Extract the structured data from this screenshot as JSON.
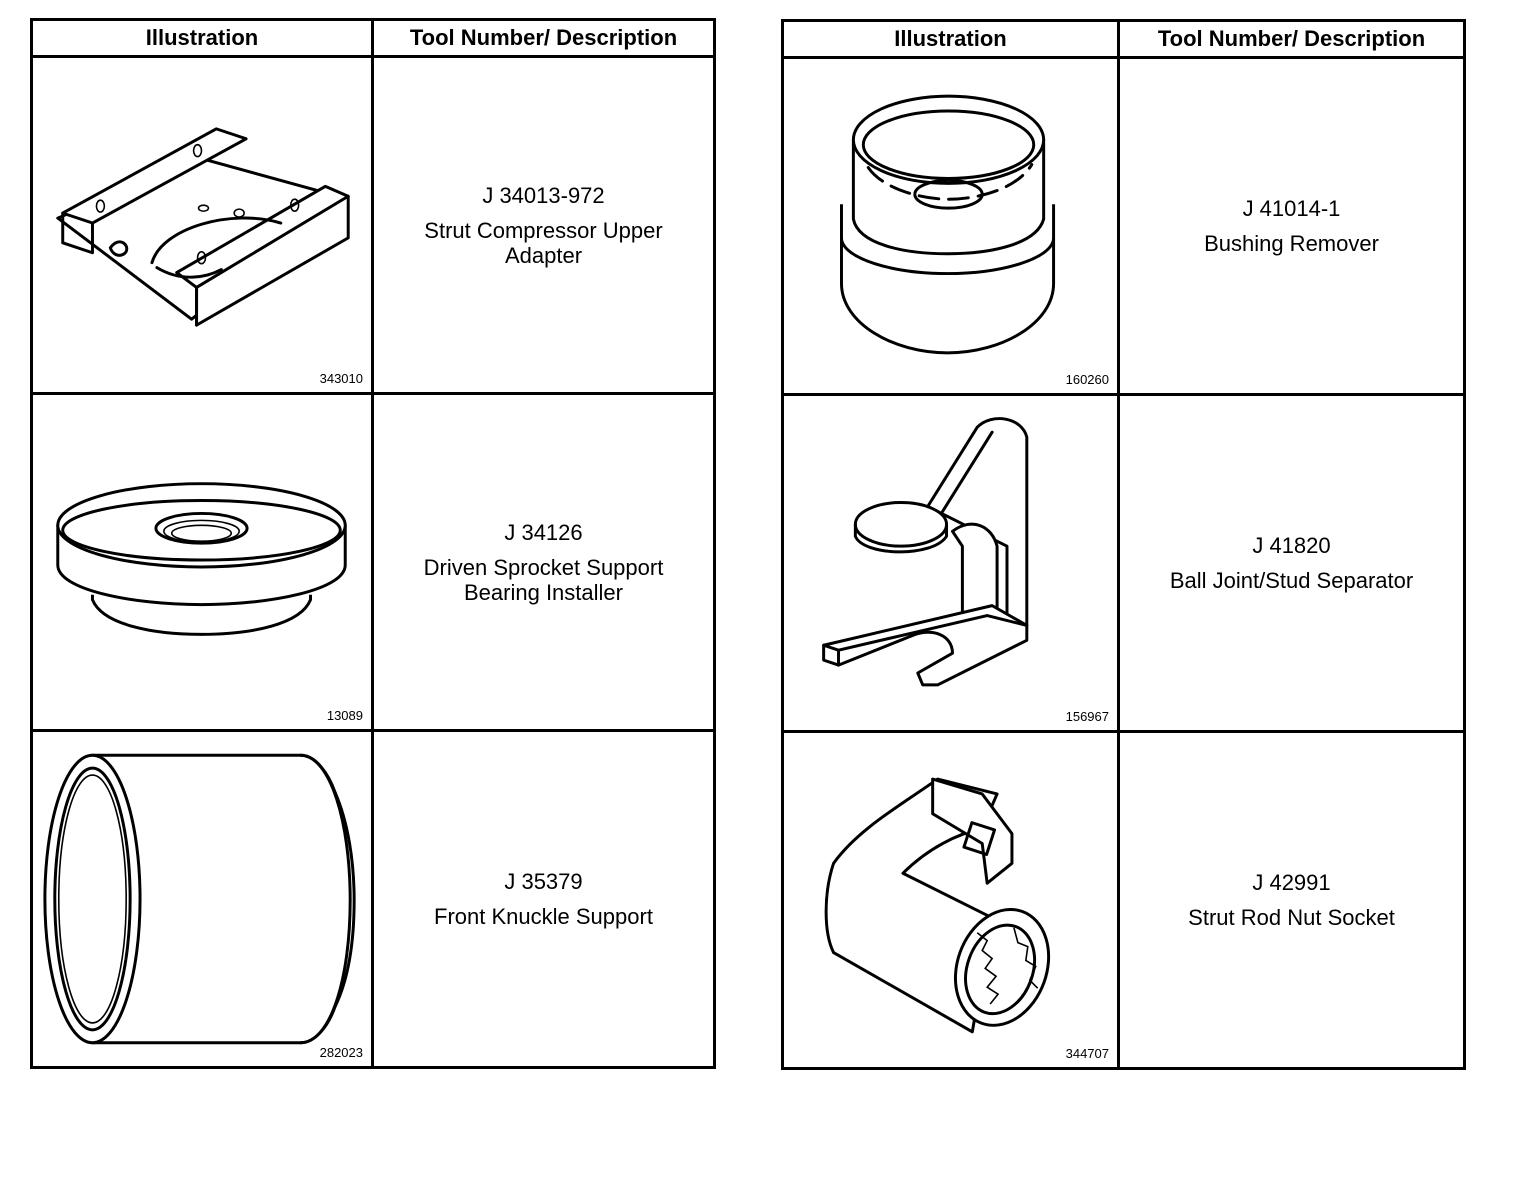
{
  "header": {
    "col1": "Illustration",
    "col2": "Tool Number/ Description"
  },
  "left": [
    {
      "figure": "343010",
      "number": "J 34013-972",
      "name": "Strut Compressor Upper Adapter",
      "icon": "upper-adapter-icon"
    },
    {
      "figure": "13089",
      "number": "J 34126",
      "name": "Driven Sprocket Support Bearing Installer",
      "icon": "bearing-installer-icon"
    },
    {
      "figure": "282023",
      "number": "J 35379",
      "name": "Front Knuckle Support",
      "icon": "knuckle-support-icon"
    }
  ],
  "right": [
    {
      "figure": "160260",
      "number": "J 41014-1",
      "name": "Bushing Remover",
      "icon": "bushing-remover-icon"
    },
    {
      "figure": "156967",
      "number": "J 41820",
      "name": "Ball Joint/Stud Separator",
      "icon": "ball-joint-separator-icon"
    },
    {
      "figure": "344707",
      "number": "J 42991",
      "name": "Strut Rod Nut Socket",
      "icon": "strut-rod-nut-socket-icon"
    }
  ]
}
